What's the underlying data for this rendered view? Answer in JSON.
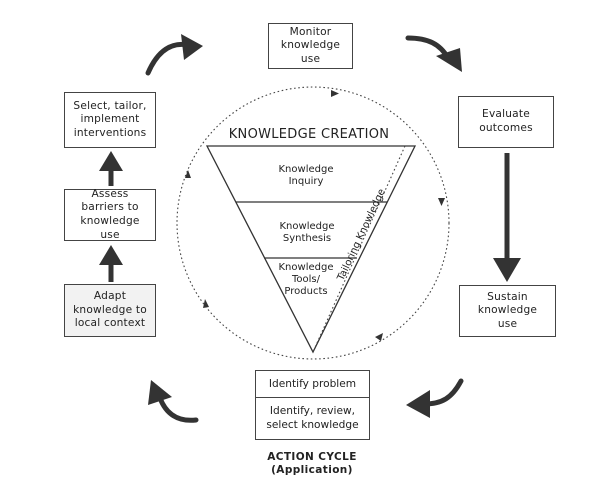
{
  "knowledge_creation": {
    "title": "KNOWLEDGE CREATION",
    "levels": [
      "Knowledge\nInquiry",
      "Knowledge\nSynthesis",
      "Knowledge\nTools/\nProducts"
    ],
    "tailoring": "Tailoring Knowledge"
  },
  "action_cycle": {
    "caption": "ACTION CYCLE\n(Application)",
    "identify_problem": "Identify problem",
    "identify_review": "Identify, review,\nselect knowledge",
    "adapt": "Adapt\nknowledge to\nlocal context",
    "assess": "Assess\nbarriers to\nknowledge use",
    "select": "Select, tailor,\nimplement\ninterventions",
    "monitor": "Monitor\nknowledge\nuse",
    "evaluate": "Evaluate\noutcomes",
    "sustain": "Sustain\nknowledge\nuse"
  }
}
